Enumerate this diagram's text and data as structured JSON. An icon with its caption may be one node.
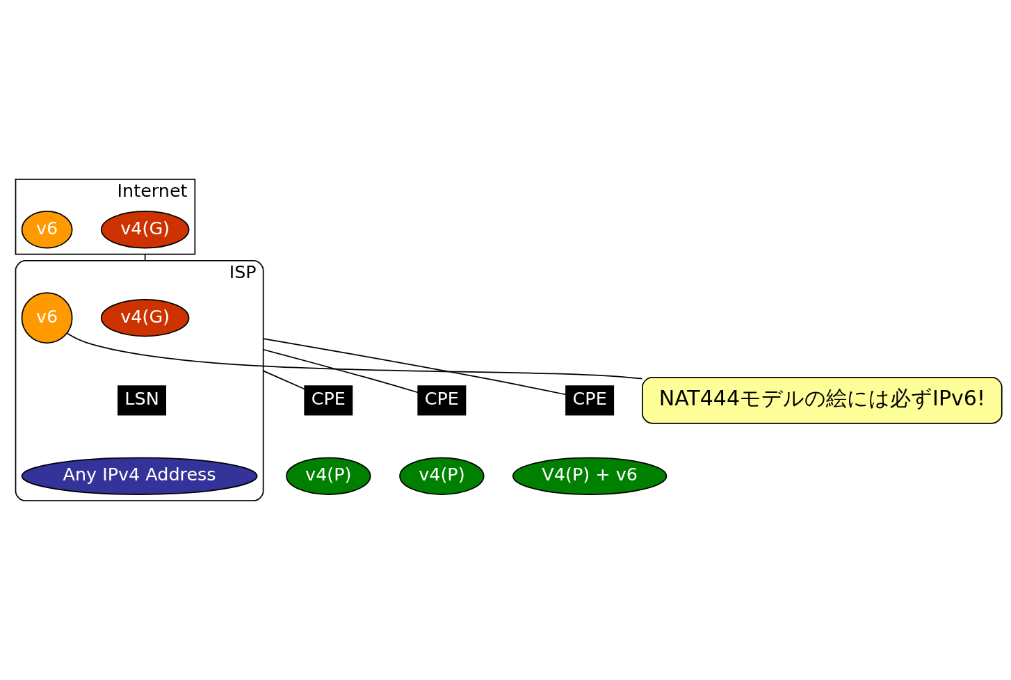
{
  "diagram": {
    "nodes": [
      {
        "text": [
          "Internet"
        ]
      },
      {
        "text": [
          "v4(G)"
        ],
        "in": 0
      },
      {
        "text": [
          "v6"
        ],
        "in": 0
      },
      {
        "text": [
          "ISP"
        ]
      },
      {
        "text": [
          "v4(G)"
        ],
        "in": 3
      },
      {
        "text": [
          "LSN"
        ],
        "in": 3
      },
      {
        "text": [
          "Any IPv4 Address"
        ],
        "in": 3
      },
      {
        "text": [
          "v6"
        ],
        "in": 3
      },
      {
        "text": [
          "NAT444モデルの絵には必ずIPv6!"
        ]
      },
      {
        "text": [
          "CPE"
        ]
      },
      {
        "text": [
          "v4(P)"
        ]
      },
      {
        "text": [
          "CPE"
        ]
      },
      {
        "text": [
          "v4(P)"
        ]
      },
      {
        "text": [
          "CPE"
        ]
      },
      {
        "text": [
          "V4(P) + v6"
        ]
      }
    ],
    "edges": [
      {
        "from": 0,
        "to": 3,
        "arrow": "none"
      },
      {
        "from": 8,
        "to": 7,
        "arrow": "none"
      },
      {
        "from": 3,
        "to": 9,
        "arrow": "none"
      },
      {
        "from": 3,
        "to": 11,
        "arrow": "none"
      },
      {
        "from": 3,
        "to": 13,
        "arrow": "none"
      }
    ]
  }
}
